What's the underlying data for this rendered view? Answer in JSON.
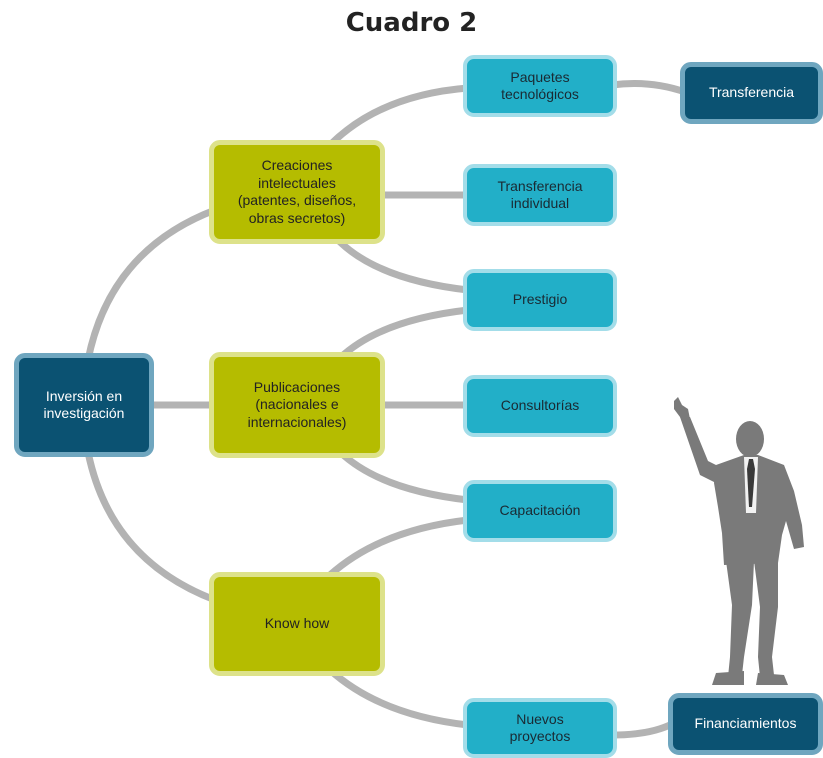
{
  "title": "Cuadro 2",
  "nodes": {
    "root": "Inversión en\ninvestigación",
    "creaciones": "Creaciones\nintelectuales\n(patentes, diseños,\nobras secretos)",
    "publicaciones": "Publicaciones\n(nacionales e\ninternacionales)",
    "knowhow": "Know how",
    "paquetes": "Paquetes\ntecnológicos",
    "transfer_ind": "Transferencia\nindividual",
    "prestigio": "Prestigio",
    "consultorias": "Consultorías",
    "capacitacion": "Capacitación",
    "nuevos": "Nuevos\nproyectos",
    "transferencia": "Transferencia",
    "financiamientos": "Financiamientos"
  },
  "colors": {
    "navy": "#0b5272",
    "olive": "#b5bc00",
    "teal": "#22afc8",
    "connector": "#b3b3b3",
    "figure": "#7a7a7a"
  },
  "icons": {
    "figure": "businessman-pointing-icon"
  }
}
